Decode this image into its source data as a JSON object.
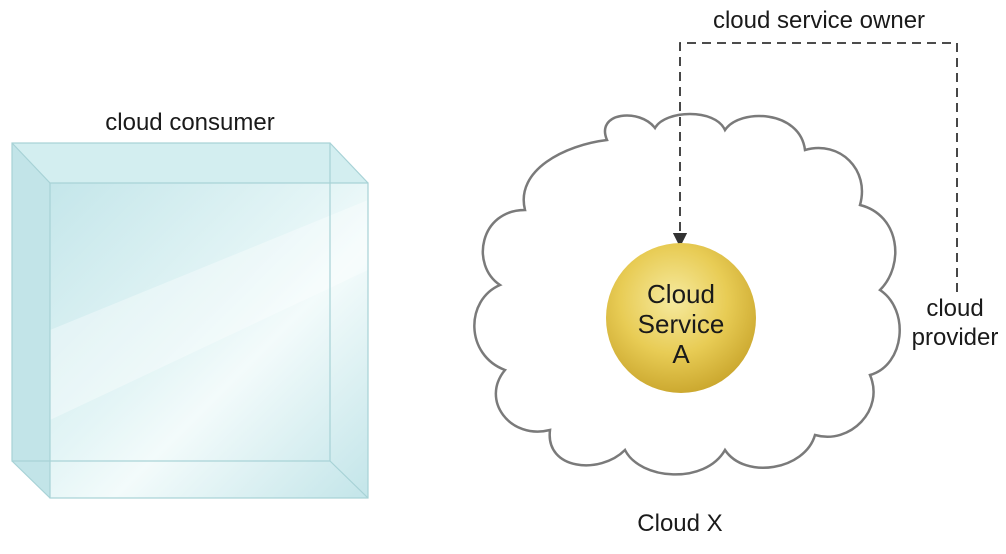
{
  "labels": {
    "cloud_consumer": "cloud consumer",
    "cloud_service_owner": "cloud service owner",
    "cloud_provider_line1": "cloud",
    "cloud_provider_line2": "provider",
    "cloud_name": "Cloud X",
    "service_line1": "Cloud",
    "service_line2": "Service",
    "service_line3": "A"
  },
  "colors": {
    "cube_face": "#cdecef",
    "cube_edge": "#a9d4d8",
    "cloud_outline": "#7a7a7a",
    "service_fill": "#e6c94a",
    "service_highlight": "#f4e79a",
    "dashed_line": "#333333"
  },
  "icons": {
    "consumer": "transparent-cube",
    "service": "cloud-service-circle",
    "cloud": "cloud-shape"
  }
}
